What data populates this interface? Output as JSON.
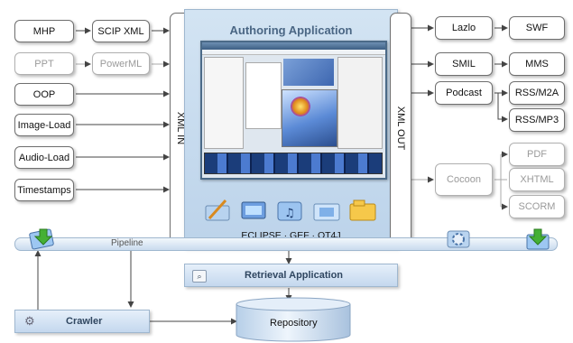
{
  "authoring": {
    "title": "Authoring Application",
    "subtitle": "ECLIPSE · GEF · QT4J"
  },
  "xml_in": "XML IN",
  "xml_out": "XML OUT",
  "inputs": [
    {
      "label": "MHP",
      "faded": false
    },
    {
      "label": "PPT",
      "faded": true
    },
    {
      "label": "OOP",
      "faded": false
    },
    {
      "label": "Image-Load",
      "faded": false
    },
    {
      "label": "Audio-Load",
      "faded": false
    },
    {
      "label": "Timestamps",
      "faded": false
    }
  ],
  "converters_in": [
    {
      "label": "SCIP XML",
      "faded": false
    },
    {
      "label": "PowerML",
      "faded": true
    }
  ],
  "outputs": {
    "lazlo": "Lazlo",
    "swf": "SWF",
    "smil": "SMIL",
    "mms": "MMS",
    "podcast": "Podcast",
    "rss_m2a": "RSS/M2A",
    "rss_mp3": "RSS/MP3",
    "cocoon": "Cocoon",
    "pdf": "PDF",
    "xhtml": "XHTML",
    "scorm": "SCORM"
  },
  "pipeline": "Pipeline",
  "retrieval": "Retrieval Application",
  "crawler": "Crawler",
  "repository": "Repository",
  "colors": {
    "panel": "#c8dcef",
    "arrow": "#444444",
    "accent": "#4a6684"
  }
}
